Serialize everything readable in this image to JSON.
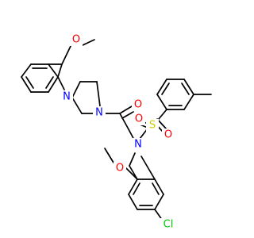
{
  "colors": {
    "bond": "#000000",
    "O": "#ff0000",
    "N": "#0000ff",
    "S": "#cccc00",
    "Cl": "#00cc00",
    "background": "#ffffff"
  },
  "labels": {
    "o_methoxy_top": "O",
    "n_piperazine_lower": "N",
    "n_piperazine_upper": "N",
    "o_carbonyl": "O",
    "n_sulfonamide": "N",
    "s_sulfonyl": "S",
    "o_sulfonyl_left": "O",
    "o_sulfonyl_right": "O",
    "o_methoxy_bottom": "O",
    "cl": "Cl"
  }
}
